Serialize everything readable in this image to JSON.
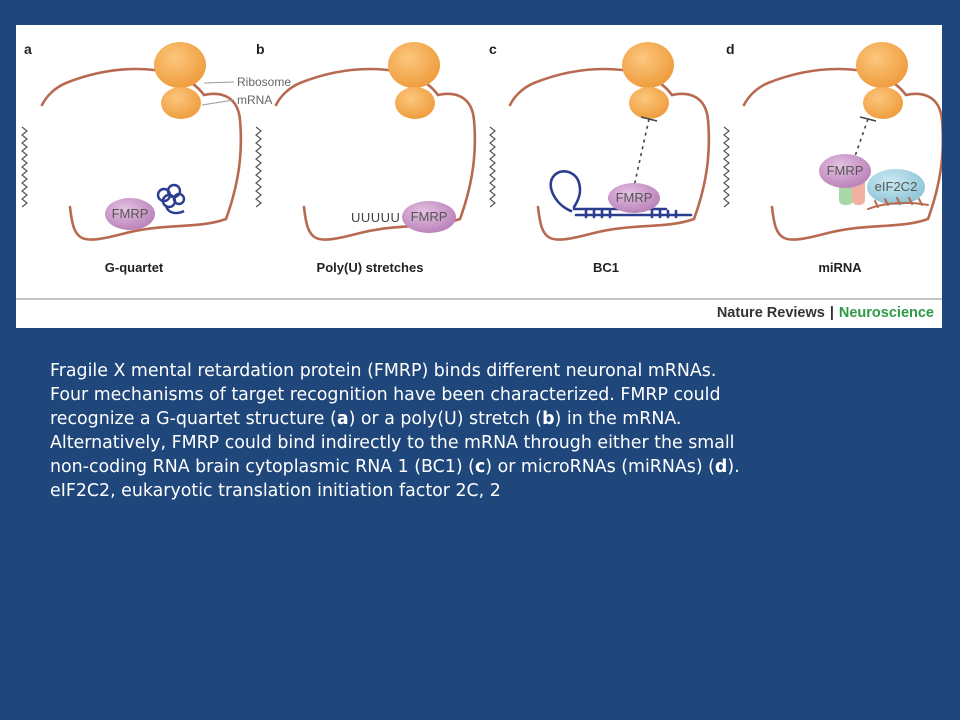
{
  "figure": {
    "panels": [
      {
        "letter": "a",
        "caption": "G-quartet"
      },
      {
        "letter": "b",
        "caption": "Poly(U) stretches"
      },
      {
        "letter": "c",
        "caption": "BC1"
      },
      {
        "letter": "d",
        "caption": "miRNA"
      }
    ],
    "labels": {
      "ribosome": "Ribosome",
      "mrna": "mRNA",
      "fmrp": "FMRP",
      "eif2c2": "eIF2C2",
      "poly_u": "UUUUU"
    },
    "credit": {
      "journal": "Nature Reviews",
      "separator": "|",
      "subject": "Neuroscience"
    },
    "colors": {
      "ribosome": "#f5a94a",
      "mrna": "#b86a50",
      "fmrp": "#c98ec8",
      "eif2c2": "#9dcfe0",
      "rna_blue": "#2a3d8f",
      "credit_green": "#2e9a46"
    }
  },
  "caption": {
    "lines": [
      "Fragile X mental retardation protein (FMRP) binds different neuronal mRNAs.",
      "Four mechanisms of target recognition have been characterized. FMRP could",
      [
        "recognize a G-quartet structure (",
        {
          "b": "a"
        },
        ") or a poly(U) stretch (",
        {
          "b": "b"
        },
        ") in the mRNA."
      ],
      "Alternatively, FMRP could bind indirectly to the mRNA through either the small",
      [
        "non-coding RNA brain cytoplasmic RNA 1 (BC1) (",
        {
          "b": "c"
        },
        ") or microRNAs (miRNAs) (",
        {
          "b": "d"
        },
        ")."
      ],
      "eIF2C2, eukaryotic translation initiation factor 2C, 2"
    ]
  }
}
